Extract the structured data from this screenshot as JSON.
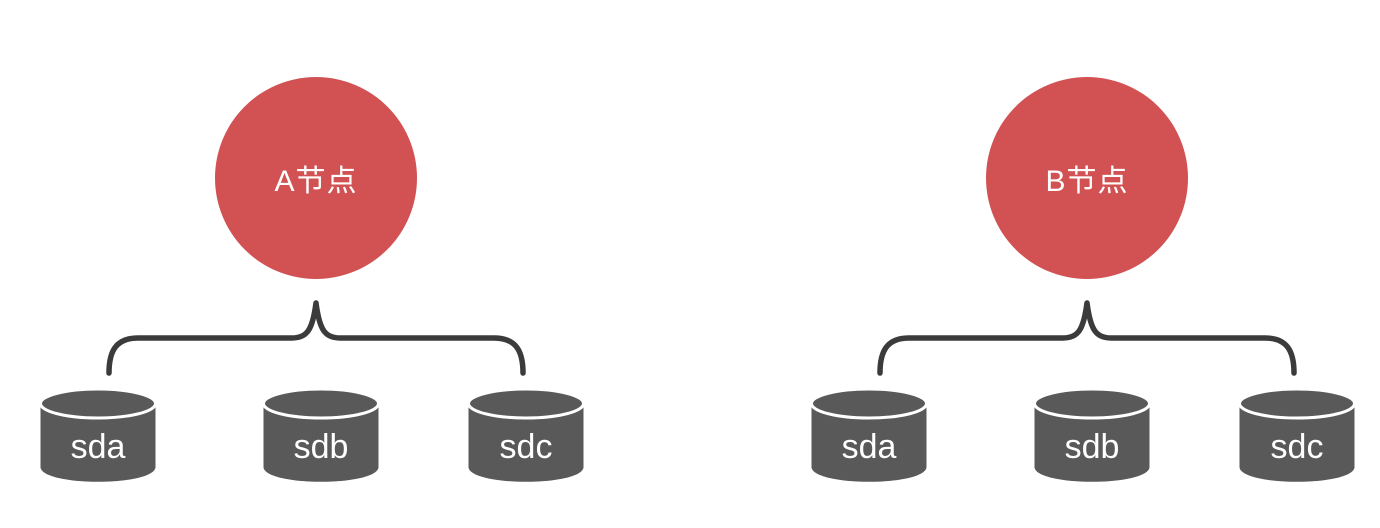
{
  "diagram": {
    "colors": {
      "background": "#ffffff",
      "node_fill": "#d25254",
      "disk_fill": "#595959",
      "connector": "#3b3b3b",
      "label_text": "#ffffff"
    },
    "groups": [
      {
        "node_label": "A节点",
        "disks": [
          "sda",
          "sdb",
          "sdc"
        ]
      },
      {
        "node_label": "B节点",
        "disks": [
          "sda",
          "sdb",
          "sdc"
        ]
      }
    ]
  }
}
